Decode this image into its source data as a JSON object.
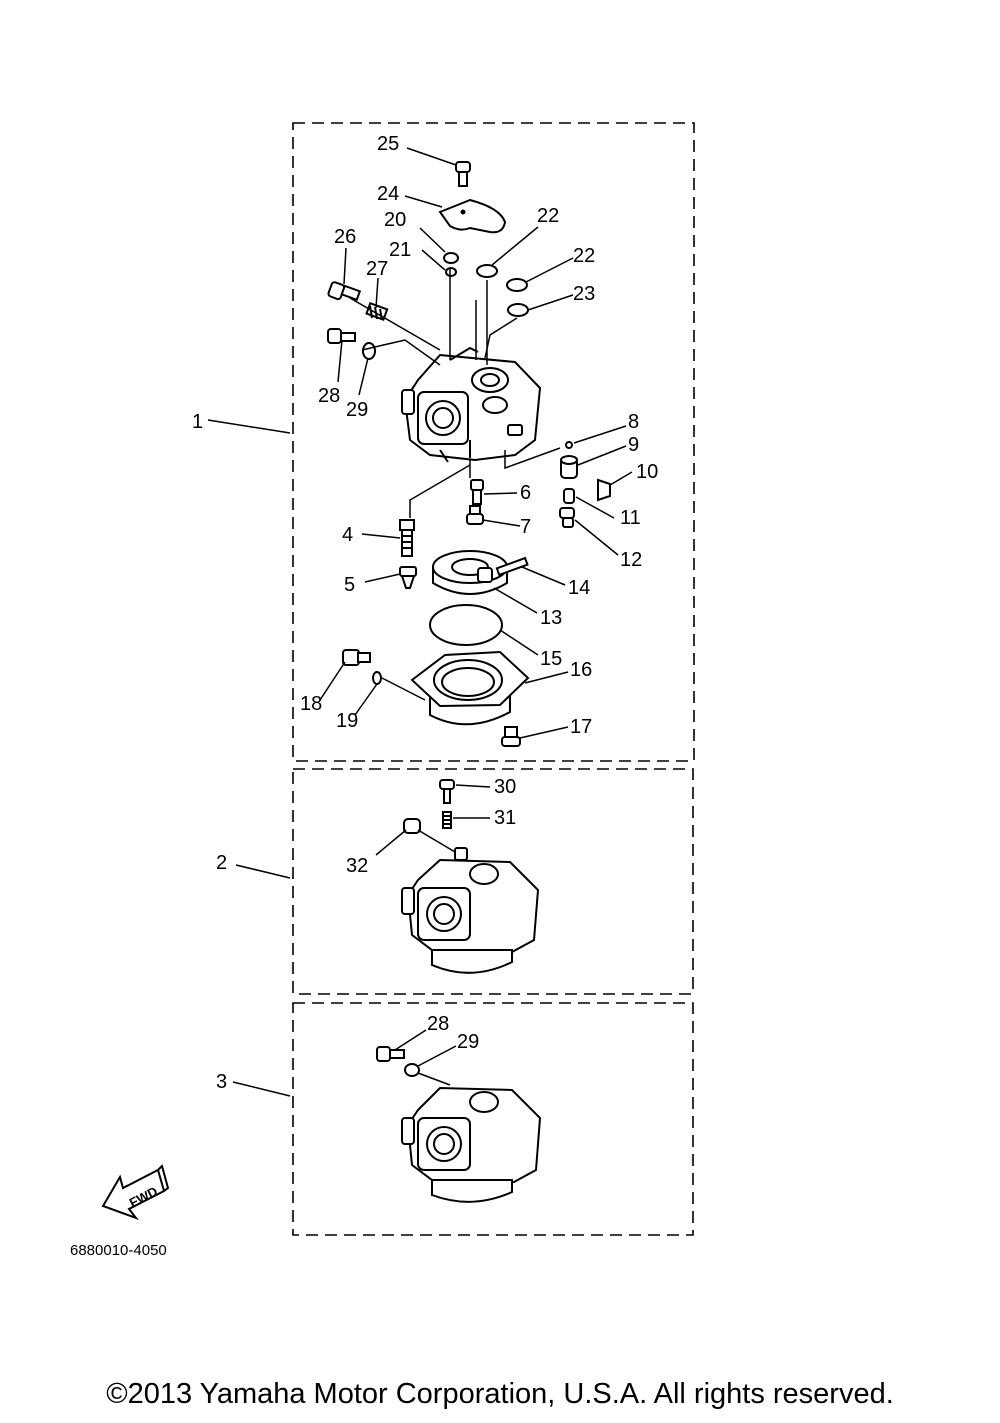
{
  "callouts": {
    "c1": "1",
    "c2": "2",
    "c3": "3",
    "c4": "4",
    "c5": "5",
    "c6": "6",
    "c7": "7",
    "c8": "8",
    "c9": "9",
    "c10": "10",
    "c11": "11",
    "c12": "12",
    "c13": "13",
    "c14": "14",
    "c15": "15",
    "c16": "16",
    "c17": "17",
    "c18": "18",
    "c19": "19",
    "c20": "20",
    "c21": "21",
    "c22a": "22",
    "c22b": "22",
    "c23": "23",
    "c24": "24",
    "c25": "25",
    "c26": "26",
    "c27": "27",
    "c28a": "28",
    "c29a": "29",
    "c30": "30",
    "c31": "31",
    "c32": "32",
    "c28b": "28",
    "c29b": "29"
  },
  "fwd_label": "FWD",
  "diagram_code": "6880010-4050",
  "copyright": "©2013 Yamaha Motor Corporation, U.S.A. All rights reserved."
}
